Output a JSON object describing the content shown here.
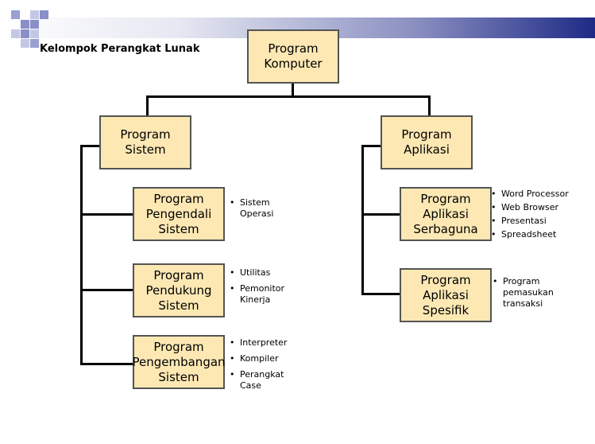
{
  "title": "Kelompok Perangkat Lunak",
  "colors": {
    "box_fill": "#fde8b4",
    "box_border": "#545454",
    "banner_dark": "#1e2a86",
    "deco_square": "#8a8fc8"
  },
  "nodes": {
    "root": "Program Komputer",
    "sistem": "Program Sistem",
    "aplikasi": "Program Aplikasi",
    "pengendali": "Program Pengendali Sistem",
    "pendukung": "Program Pendukung Sistem",
    "pengembangan": "Program Pengembangan Sistem",
    "serbaguna": "Program Aplikasi Serbaguna",
    "spesifik": "Program Aplikasi Spesifik"
  },
  "bullets": {
    "pengendali": [
      "Sistem Operasi"
    ],
    "pendukung": [
      "Utilitas",
      "Pemonitor Kinerja"
    ],
    "pengembangan": [
      "Interpreter",
      "Kompiler",
      "Perangkat Case"
    ],
    "serbaguna": [
      "Word Processor",
      "Web Browser",
      "Presentasi",
      "Spreadsheet"
    ],
    "spesifik": [
      "Program pemasukan transaksi"
    ]
  }
}
